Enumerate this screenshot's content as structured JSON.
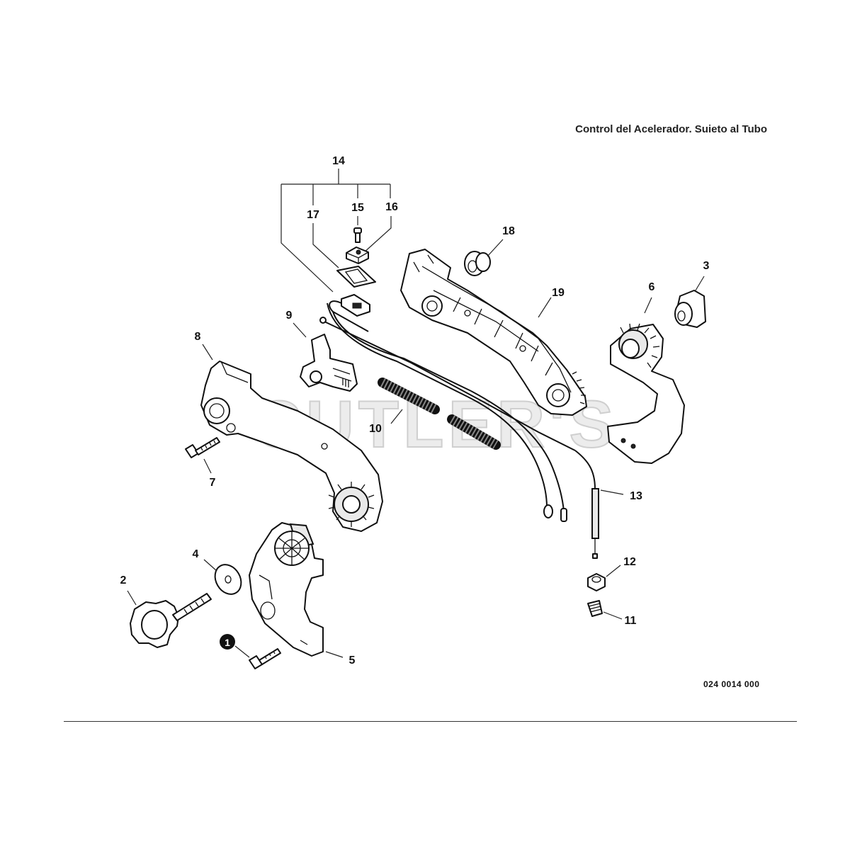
{
  "title": "Control del Acelerador, Sujeto al Tubo",
  "diagram_code": "024 0014 000",
  "watermark": "CUTLER'S",
  "callouts": {
    "p1": "1",
    "p2": "2",
    "p3": "3",
    "p4": "4",
    "p5": "5",
    "p6": "6",
    "p7": "7",
    "p8": "8",
    "p9": "9",
    "p10": "10",
    "p11": "11",
    "p12": "12",
    "p13": "13",
    "p14": "14",
    "p15": "15",
    "p16": "16",
    "p17": "17",
    "p18": "18",
    "p19": "19"
  }
}
